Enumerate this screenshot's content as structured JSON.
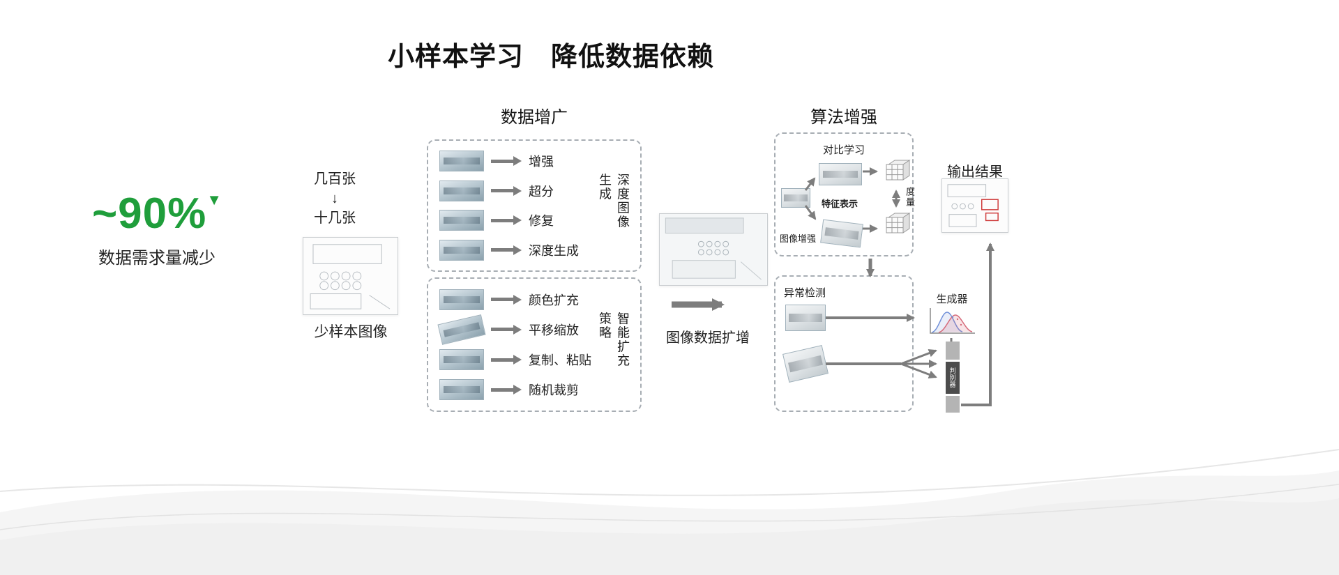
{
  "title": "小样本学习　降低数据依赖",
  "colors": {
    "accent_green": "#1f9e3b",
    "arrow_gray": "#7d7d7d",
    "dashed_border": "#a7adb3"
  },
  "stat": {
    "value": "~90%",
    "marker": "▼",
    "caption": "数据需求量减少"
  },
  "source": {
    "count_from": "几百张",
    "down_arrow": "↓",
    "count_to": "十几张",
    "image_caption": "少样本图像"
  },
  "augmentation": {
    "header": "数据增广",
    "depth_box": {
      "items": [
        "增强",
        "超分",
        "修复",
        "深度生成"
      ],
      "side_label": "深度图像生成"
    },
    "smart_box": {
      "items": [
        "颜色扩充",
        "平移缩放",
        "复制、粘贴",
        "随机裁剪"
      ],
      "side_label": "智能扩充策略"
    }
  },
  "expansion": {
    "caption": "图像数据扩增"
  },
  "algorithm": {
    "header": "算法增强",
    "contrastive": {
      "title": "对比学习",
      "feature_label": "特征表示",
      "augment_label": "图像增强",
      "metric_label": "度量"
    },
    "anomaly": {
      "title": "异常检测",
      "generator_label": "生成器",
      "discriminator_label": "判别器"
    }
  },
  "output": {
    "header": "输出结果"
  }
}
